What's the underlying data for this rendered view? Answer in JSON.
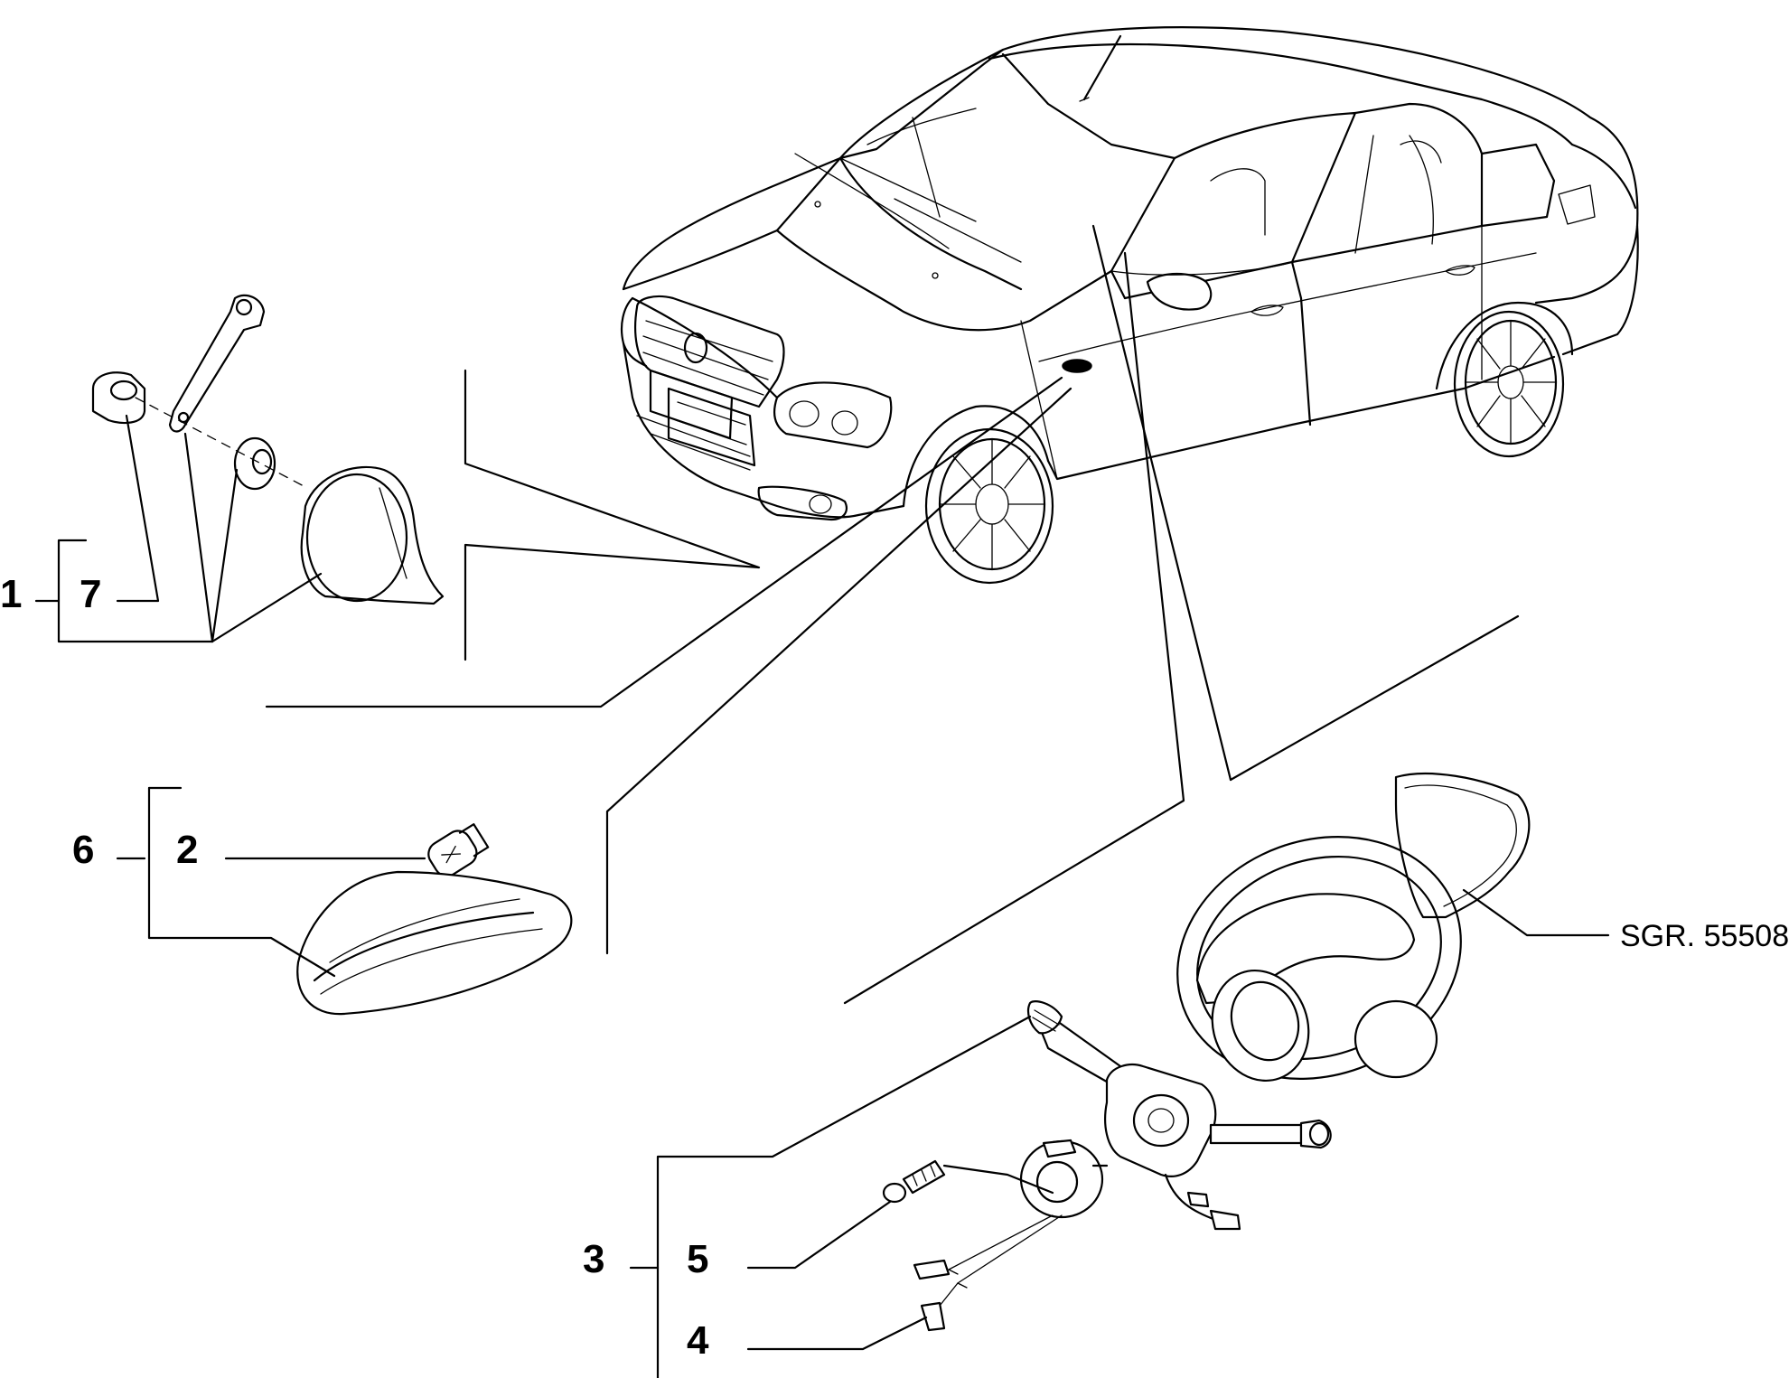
{
  "diagram": {
    "callouts": [
      {
        "id": "1",
        "label": "1"
      },
      {
        "id": "7",
        "label": "7"
      },
      {
        "id": "6",
        "label": "6"
      },
      {
        "id": "2",
        "label": "2"
      },
      {
        "id": "3",
        "label": "3"
      },
      {
        "id": "5",
        "label": "5"
      },
      {
        "id": "4",
        "label": "4"
      }
    ],
    "reference": "SGR. 55508"
  }
}
